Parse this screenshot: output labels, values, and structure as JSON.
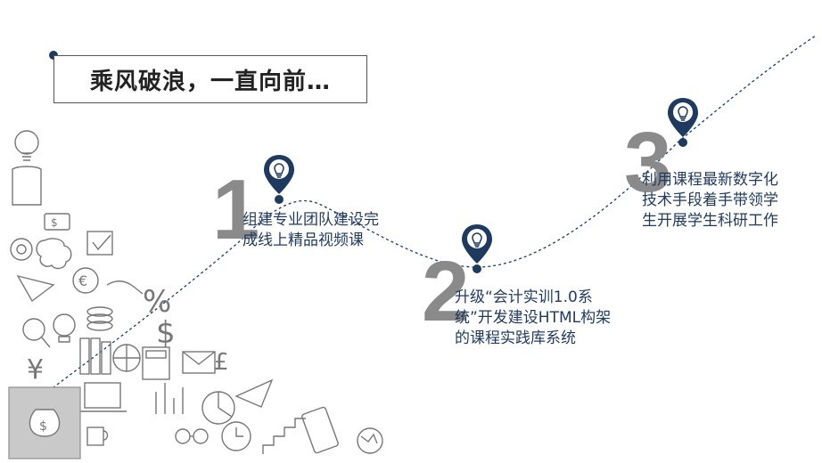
{
  "title": "乘风破浪，一直向前…",
  "steps": [
    {
      "number": "1",
      "text_line1": "组建专业团队建设完",
      "text_line2": "成线上精品视频课",
      "text_line3": ""
    },
    {
      "number": "2",
      "text_line1": "升级“会计实训1.0系",
      "text_line2": "统”开发建设HTML构架",
      "text_line3": "的课程实践库系统"
    },
    {
      "number": "3",
      "text_line1": "利用课程最新数字化",
      "text_line2": "技术手段着手带领学",
      "text_line3": "生开展学生科研工作"
    }
  ],
  "colors": {
    "accent": "#1f3a5f",
    "number": "#8a8a8a",
    "doodle": "#777777"
  },
  "icons": [
    "lightbulb-pin-icon",
    "dollar-icon",
    "euro-icon",
    "pound-icon",
    "yen-icon",
    "percent-icon",
    "gear-icon",
    "brain-icon",
    "checkbox-icon",
    "paper-plane-icon",
    "envelope-icon",
    "clock-icon",
    "phone-icon",
    "globe-icon",
    "money-bag-icon",
    "chart-icon",
    "handshake-icon"
  ]
}
